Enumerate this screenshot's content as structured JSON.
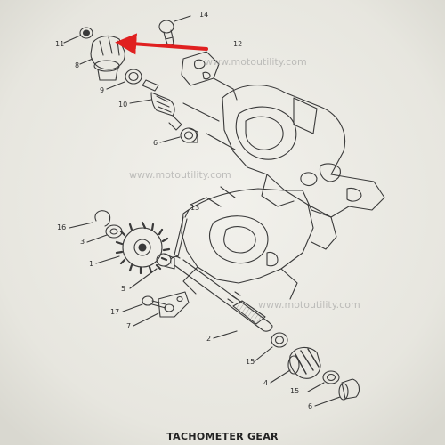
{
  "caption": "TACHOMETER GEAR",
  "watermark": "www.motoutility.com",
  "arrow_color": "#e02020",
  "callouts": {
    "c14": "14",
    "c11": "11",
    "c12": "12",
    "c8": "8",
    "c9": "9",
    "c10": "10",
    "c6a": "6",
    "c16": "16",
    "c3": "3",
    "c13": "13",
    "c1": "1",
    "c5": "5",
    "c17": "17",
    "c7": "7",
    "c2": "2",
    "c15a": "15",
    "c4": "4",
    "c15b": "15",
    "c6b": "6"
  }
}
